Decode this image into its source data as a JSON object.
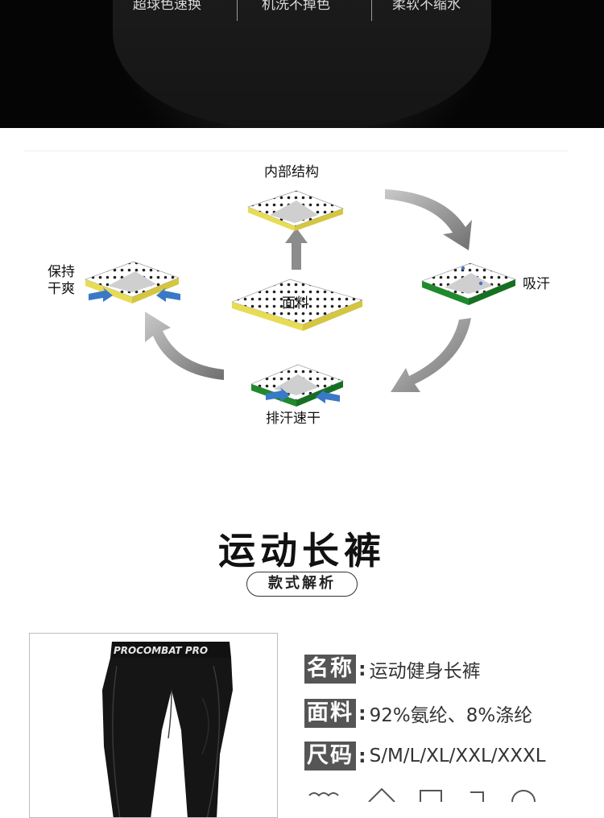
{
  "banner": {
    "features": [
      "超球色速换",
      "机洗不掉色",
      "柔软不缩水"
    ]
  },
  "diagram": {
    "center_label": "面料",
    "top_label": "内部结构",
    "right_label": "吸汗",
    "bottom_label": "排汗速干",
    "left_label_line1": "保持",
    "left_label_line2": "干爽"
  },
  "product": {
    "title": "运动长裤",
    "subtitle": "款式解析",
    "waistband_text": "PROCOMBAT PRO"
  },
  "specs": [
    {
      "key": "名称",
      "value": "运动健身长裤"
    },
    {
      "key": "面料",
      "value": "92%氨纶、8%涤纶"
    },
    {
      "key": "尺码",
      "value": "S/M/L/XL/XXL/XXXL"
    }
  ],
  "colors": {
    "banner_bg": "#0a0a0a",
    "dot_fabric": "#ffffff",
    "yellow_layer": "#e8dc55",
    "green_layer": "#1f8a2c",
    "arrow_gray": "#8c8c8c",
    "arrow_blue": "#3a78c8",
    "spec_key_bg": "#555555"
  }
}
